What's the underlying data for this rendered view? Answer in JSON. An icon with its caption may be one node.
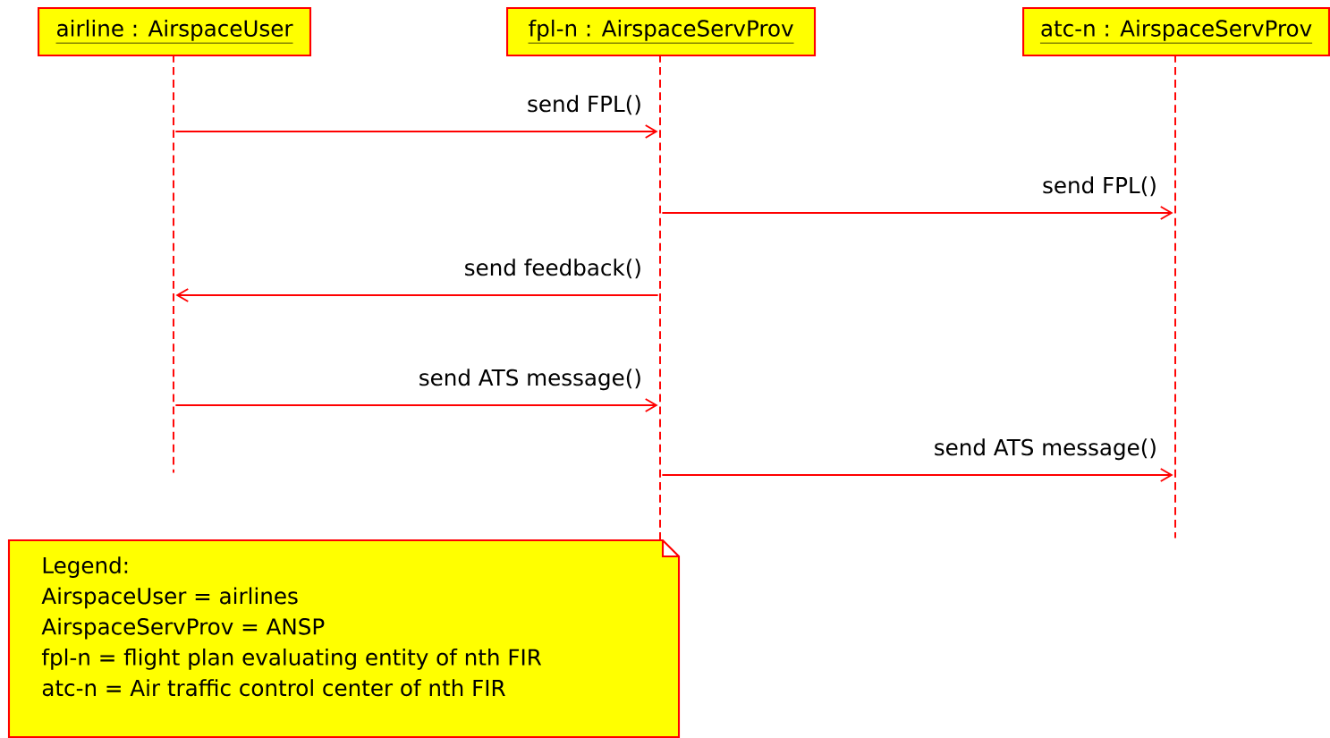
{
  "diagram": {
    "nodes": [
      {
        "text": [
          "airline : AirspaceUser"
        ]
      },
      {
        "text": [
          "fpl-n : AirspaceServProv"
        ]
      },
      {
        "text": [
          "atc-n : AirspaceServProv"
        ]
      },
      {
        "text": [],
        "shape": "line"
      },
      {
        "text": [],
        "shape": "line"
      },
      {
        "text": [],
        "shape": "line"
      },
      {
        "text": [
          "Legend:",
          "AirspaceUser = airlines",
          "AirspaceServProv = ANSP",
          "fpl-n = flight plan evaluating entity of nth FIR",
          "atc-n = Air traffic control center of nth FIR"
        ]
      }
    ],
    "edges": [
      {
        "from": 3,
        "to": 4,
        "arrow": "to",
        "label": "send FPL()"
      },
      {
        "from": 4,
        "to": 5,
        "arrow": "to",
        "label": "send FPL()"
      },
      {
        "from": 4,
        "to": 3,
        "arrow": "to",
        "label": "send feedback()"
      },
      {
        "from": 3,
        "to": 4,
        "arrow": "to",
        "label": "send ATS message()"
      },
      {
        "from": 4,
        "to": 5,
        "arrow": "to",
        "label": "send ATS message()"
      }
    ]
  }
}
